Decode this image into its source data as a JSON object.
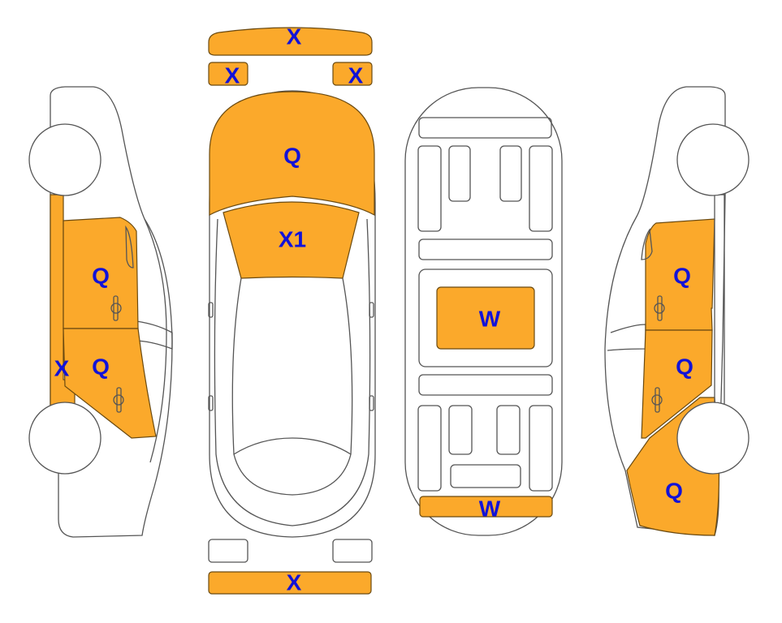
{
  "colors": {
    "damage_fill": "#FBA92B",
    "label": "#1212D8",
    "outline": "#555555"
  },
  "top_view": {
    "front_bumper": "X",
    "left_headlight": "X",
    "right_headlight": "X",
    "hood": "Q",
    "windshield": "X1",
    "rear_bumper": "X"
  },
  "roof_view": {
    "roof": "W",
    "trunk_edge": "W"
  },
  "left_side": {
    "front_door": "Q",
    "rear_door": "Q",
    "rocker_panel": "X"
  },
  "right_side": {
    "front_door": "Q",
    "rear_door": "Q",
    "rear_fender": "Q"
  }
}
